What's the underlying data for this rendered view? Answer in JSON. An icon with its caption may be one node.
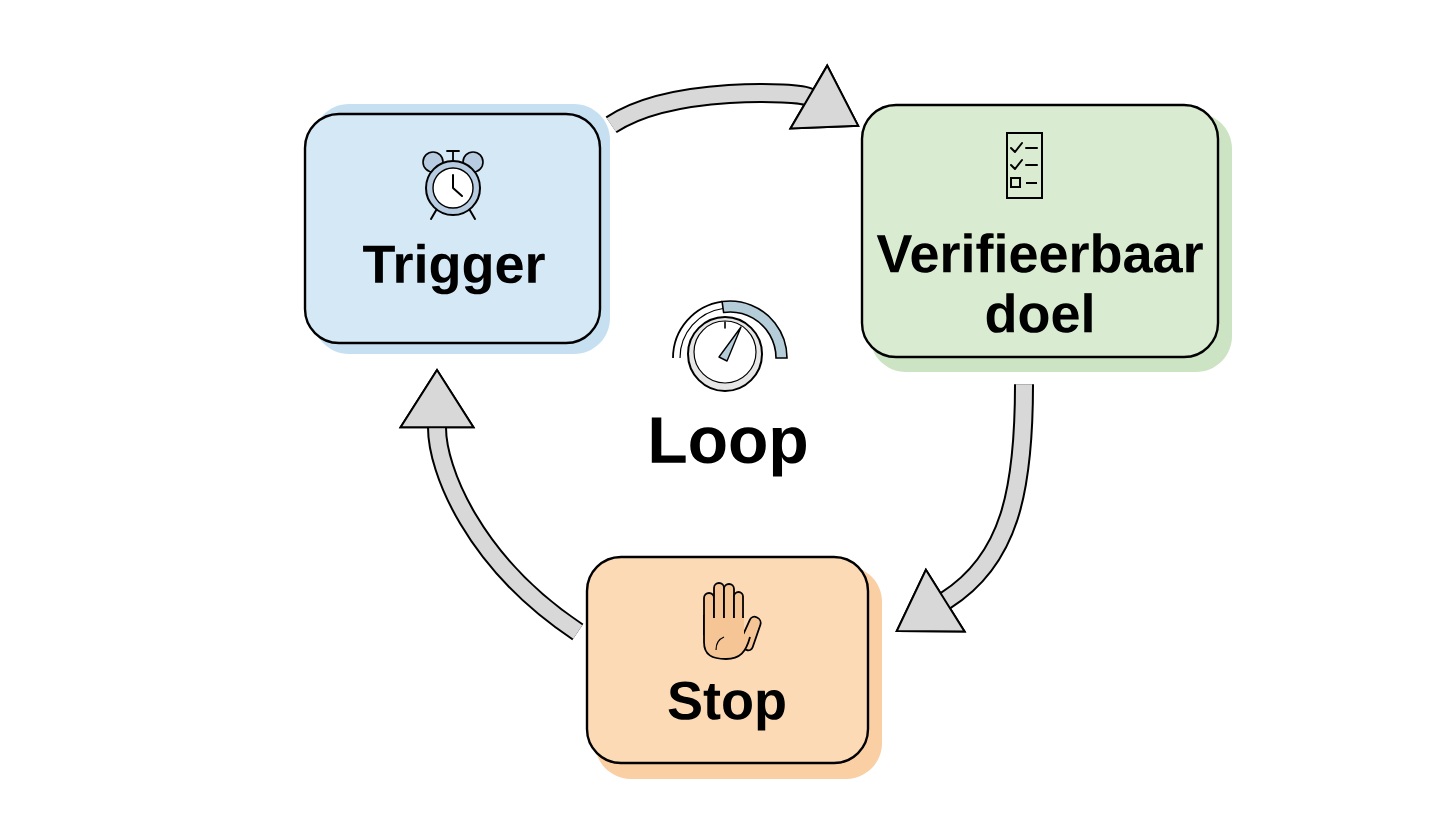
{
  "diagram": {
    "nodes": [
      {
        "text": [
          "Trigger"
        ]
      },
      {
        "text": [
          "Verifieerbaar doel"
        ]
      },
      {
        "text": [
          "Stop"
        ]
      }
    ],
    "edges": [
      {
        "from": 0,
        "to": 1,
        "arrow": "to"
      },
      {
        "from": 1,
        "to": 2,
        "arrow": "to"
      },
      {
        "from": 2,
        "to": 0,
        "arrow": "to"
      }
    ],
    "labels": [
      "Loop"
    ]
  }
}
